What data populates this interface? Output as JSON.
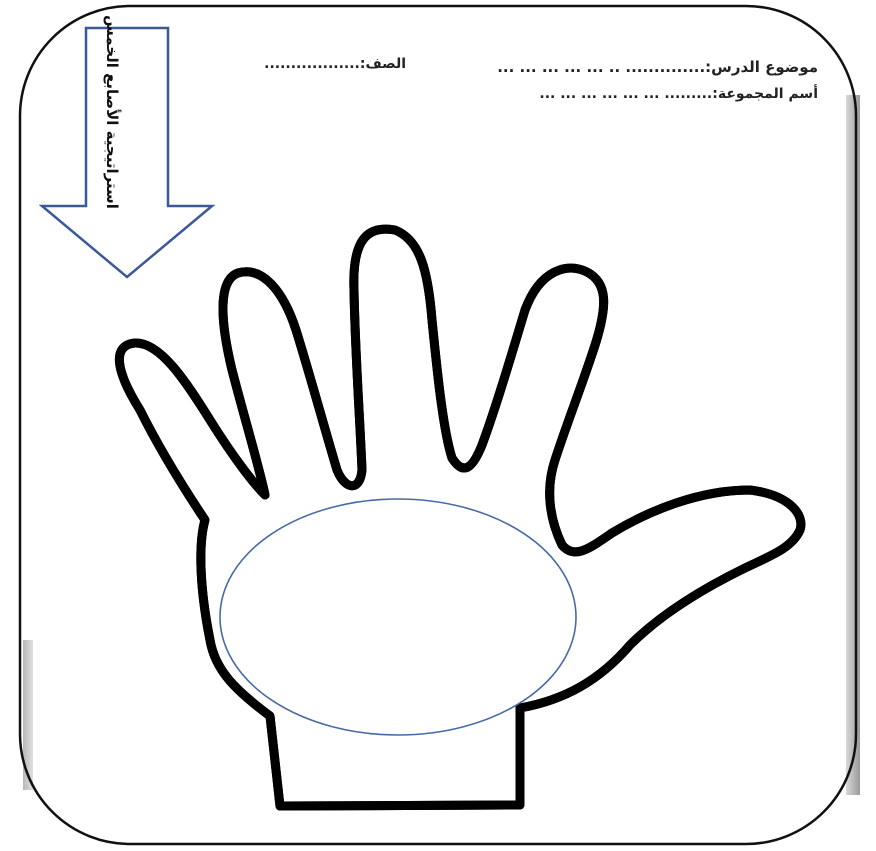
{
  "worksheet": {
    "subject_line": "موضوع الدرس:.............. .. ... ... ... ... ...",
    "group_line": "أسم المجموعة:......... ... ... ... ... ... ...",
    "class_line": "الصف:..................",
    "strategy_label": "استراتيجية الأصابع الخمس"
  },
  "colors": {
    "frame": "#111111",
    "arrow": "#3b5998",
    "ellipse": "#4a6aa5",
    "hand_outline": "#000000"
  }
}
